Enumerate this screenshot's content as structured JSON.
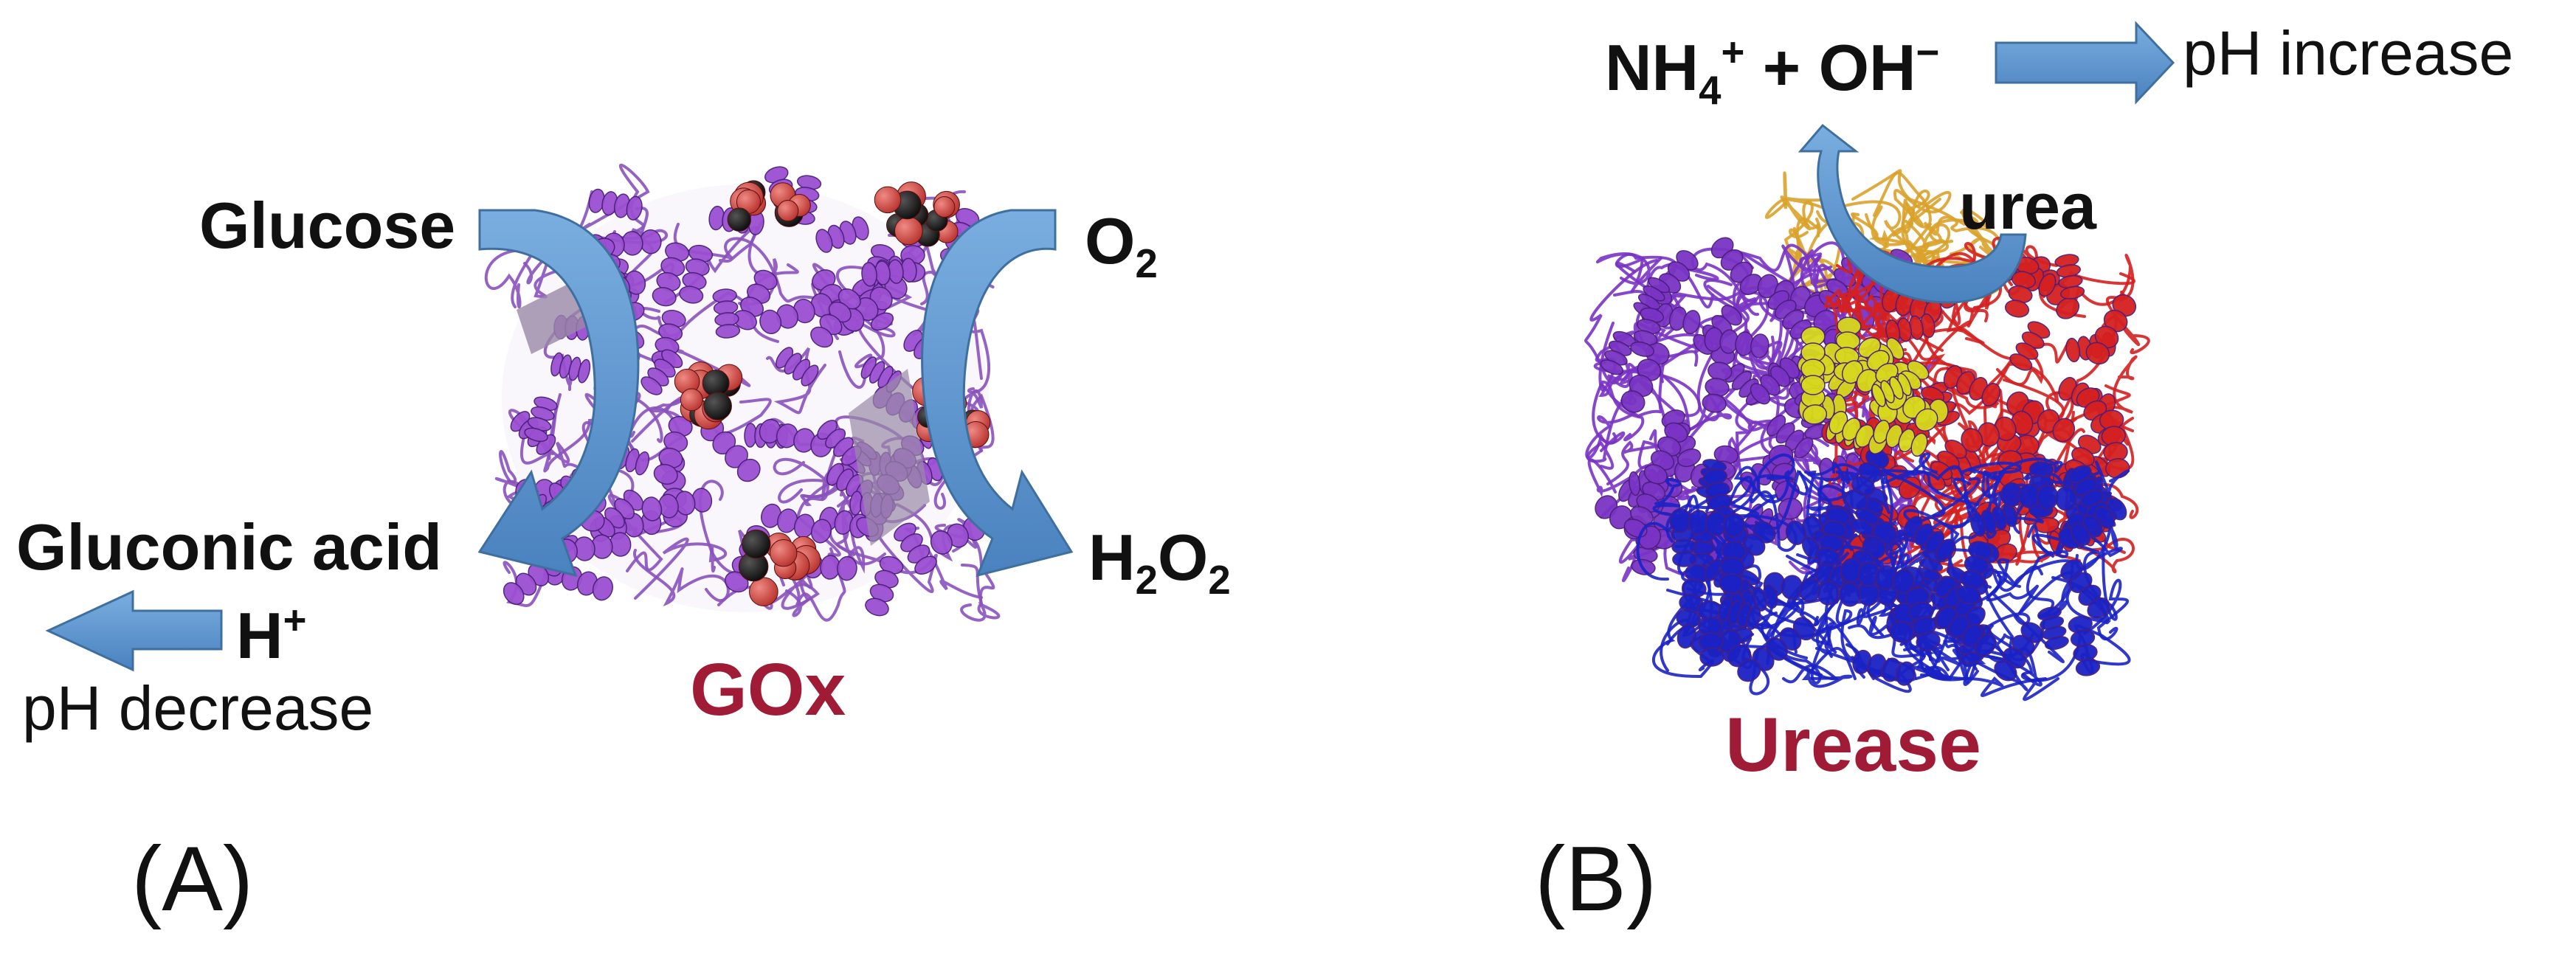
{
  "panel_a": {
    "label": "(A)",
    "enzyme": "GOx",
    "substrate_left": "Glucose",
    "substrate_right": {
      "main": "O",
      "sub": "2"
    },
    "product_left": "Gluconic acid",
    "product_right": {
      "a": "H",
      "a_sub": "2",
      "b": "O",
      "b_sub": "2"
    },
    "ion": {
      "main": "H",
      "sup": "+"
    },
    "effect": "pH decrease"
  },
  "panel_b": {
    "label": "(B)",
    "enzyme": "Urease",
    "substrate": "urea",
    "products": {
      "nh": "NH",
      "nh_sub": "4",
      "nh_sup": "+",
      "mid": " + OH",
      "oh_sup": "−"
    },
    "effect": "pH increase"
  },
  "colors": {
    "arrow_fill": "#5b95cf",
    "arrow_dark": "#3f6f9f",
    "gox_helix": "#9b4fd1",
    "gox_sheet": "#9a8aa6",
    "ligand_red": "#d9534f",
    "ligand_dark": "#1a1a1a",
    "urease_purple": "#7a33c4",
    "urease_red": "#d42020",
    "urease_blue": "#1b22c4",
    "urease_yellow": "#d7d81e",
    "urease_orange": "#d9a22b",
    "enzyme_label": "#a01c36"
  },
  "icons": {
    "gox_structure": "protein-ribbon",
    "urease_structure": "protein-ribbon",
    "arrow": "block-arrow"
  }
}
